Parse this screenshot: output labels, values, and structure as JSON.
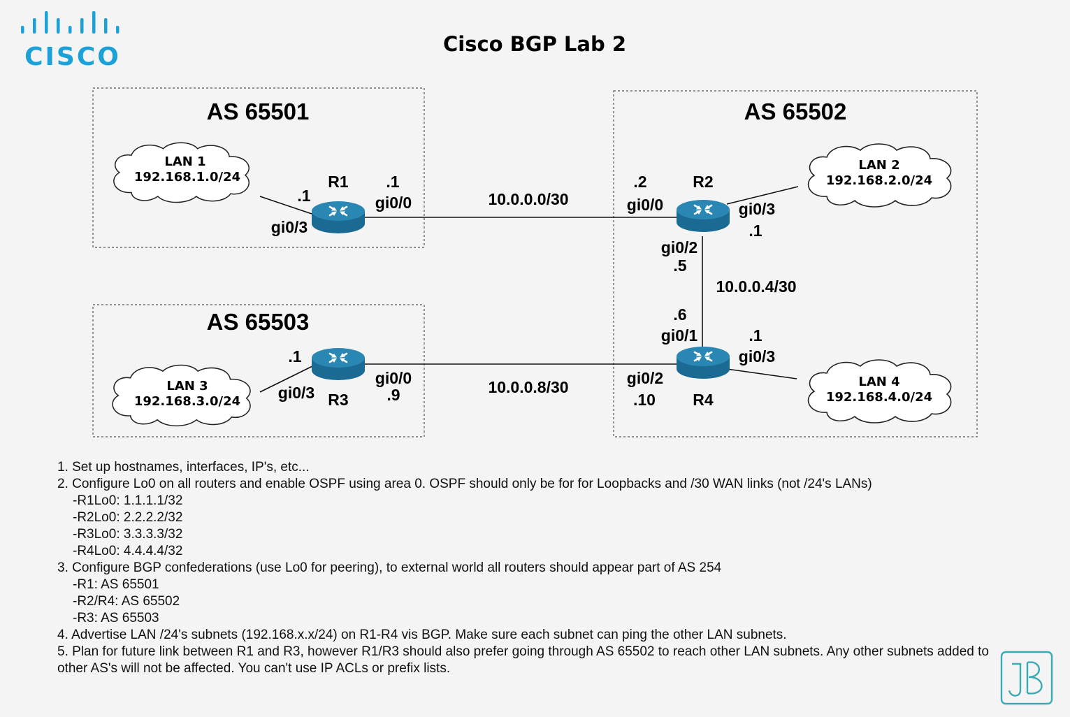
{
  "title": "Cisco BGP Lab 2",
  "logo": {
    "text": "CISCO",
    "color": "#1ba0d7"
  },
  "colors": {
    "router": "#1b6a93",
    "router_top": "#2a86b3",
    "box_border": "#555555"
  },
  "as_boxes": [
    {
      "id": "as1",
      "label": "AS 65501"
    },
    {
      "id": "as2",
      "label": "AS 65502"
    },
    {
      "id": "as3",
      "label": "AS 65503"
    }
  ],
  "routers": [
    {
      "id": "R1",
      "name": "R1"
    },
    {
      "id": "R2",
      "name": "R2"
    },
    {
      "id": "R3",
      "name": "R3"
    },
    {
      "id": "R4",
      "name": "R4"
    }
  ],
  "lans": [
    {
      "id": "lan1",
      "name": "LAN 1",
      "subnet": "192.168.1.0/24"
    },
    {
      "id": "lan2",
      "name": "LAN 2",
      "subnet": "192.168.2.0/24"
    },
    {
      "id": "lan3",
      "name": "LAN 3",
      "subnet": "192.168.3.0/24"
    },
    {
      "id": "lan4",
      "name": "LAN 4",
      "subnet": "192.168.4.0/24"
    }
  ],
  "links": [
    {
      "id": "r1-r2",
      "subnet": "10.0.0.0/30"
    },
    {
      "id": "r2-r4",
      "subnet": "10.0.0.4/30"
    },
    {
      "id": "r3-r4",
      "subnet": "10.0.0.8/30"
    }
  ],
  "interfaces": {
    "r1_lan_ip": ".1",
    "r1_lan_if": "gi0/3",
    "r1_wan_ip": ".1",
    "r1_wan_if": "gi0/0",
    "r2_wan_ip": ".2",
    "r2_wan_if": "gi0/0",
    "r2_lan_if": "gi0/3",
    "r2_lan_ip": ".1",
    "r2_r4_if": "gi0/2",
    "r2_r4_ip": ".5",
    "r4_r2_ip": ".6",
    "r4_r2_if": "gi0/1",
    "r4_lan_ip": ".1",
    "r4_lan_if": "gi0/3",
    "r4_r3_if": "gi0/2",
    "r4_r3_ip": ".10",
    "r3_lan_ip": ".1",
    "r3_lan_if": "gi0/3",
    "r3_wan_if": "gi0/0",
    "r3_wan_ip": ".9"
  },
  "instructions": {
    "line1": "1. Set up hostnames, interfaces, IP's, etc...",
    "line2": "2. Configure Lo0 on all routers and enable OSPF using area 0. OSPF should only be for for Loopbacks and /30 WAN links (not /24's LANs)",
    "line2a": "-R1Lo0: 1.1.1.1/32",
    "line2b": "-R2Lo0: 2.2.2.2/32",
    "line2c": "-R3Lo0: 3.3.3.3/32",
    "line2d": "-R4Lo0: 4.4.4.4/32",
    "line3": "3. Configure BGP confederations (use Lo0 for peering), to external world all routers should appear part of AS 254",
    "line3a": "-R1: AS 65501",
    "line3b": "-R2/R4: AS 65502",
    "line3c": "-R3: AS 65503",
    "line4": "4. Advertise LAN /24's subnets (192.168.x.x/24) on R1-R4 vis BGP. Make sure each subnet can ping the other LAN subnets.",
    "line5": "5. Plan for future link between R1 and R3, however R1/R3 should also prefer going through AS 65502 to reach other LAN subnets. Any other subnets added to other AS's will not be affected. You can't use IP ACLs or prefix lists."
  },
  "watermark": {
    "letters": "JB",
    "color": "#3aaab4"
  }
}
